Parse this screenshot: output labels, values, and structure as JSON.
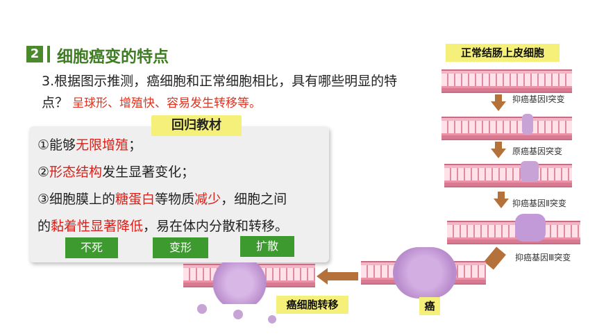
{
  "section": {
    "number": "2",
    "title": "细胞癌变的特点"
  },
  "question": {
    "text": "3.根据图示推测，癌细胞和正常细胞相比，具有哪些明显的特点？",
    "answer": "呈球形、增殖快、容易发生转移等。"
  },
  "box": {
    "tag": "回归教材",
    "p1": {
      "a": "①能够",
      "b": "无限增殖",
      "c": "；"
    },
    "p2": {
      "a": "②",
      "b": "形态结构",
      "c": "发生显著变化；"
    },
    "p3": {
      "a": "③细胞膜上的",
      "b": "糖蛋白",
      "c": "等物质",
      "d": "减少",
      "e": "，细胞之间"
    },
    "p4": {
      "a": "的",
      "b": "黏着性显著降低",
      "c": "，易在体内分散和转移。"
    },
    "buttons": [
      "不死",
      "变形",
      "扩散"
    ]
  },
  "diagram": {
    "normal_label": "正常结肠上皮细胞",
    "mut1": "抑癌基因Ⅰ突变",
    "mut2": "原癌基因突变",
    "mut3": "抑癌基因Ⅱ突变",
    "mut4": "抑癌基因Ⅲ突变",
    "cancer_label": "癌",
    "metastasis_label": "癌细胞转移"
  },
  "colors": {
    "green": "#3d9a2f",
    "red": "#d8211a",
    "yellow": "#f5f07a"
  }
}
